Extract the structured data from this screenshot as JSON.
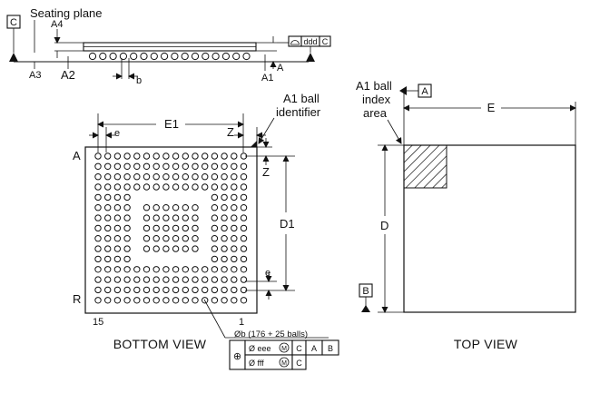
{
  "side_view": {
    "seating_plane_label": "Seating plane",
    "datum_c": "C",
    "dims": {
      "a4": "A4",
      "a3": "A3",
      "a2": "A2",
      "a": "A",
      "a1": "A1",
      "b": "b"
    },
    "fcf_tolerance": "ddd",
    "fcf_datum": "C"
  },
  "bottom_view": {
    "title": "BOTTOM VIEW",
    "a1_label_line1": "A1 ball",
    "a1_label_line2": "identifier",
    "dims": {
      "e1": "E1",
      "e_top": "e",
      "z_top": "Z",
      "z_side": "Z",
      "d1": "D1",
      "e_side": "e"
    },
    "row_first": "A",
    "row_last": "R",
    "col_left": "15",
    "col_right": "1",
    "ball_note": "Øb (176 + 25  balls)",
    "fcf": {
      "symbol": "⊕",
      "row1": {
        "tol": "Ø eee",
        "mod": "M",
        "d1": "C",
        "d2": "A",
        "d3": "B"
      },
      "row2": {
        "tol": "Ø fff",
        "mod": "M",
        "d1": "C"
      }
    }
  },
  "top_view": {
    "title": "TOP VIEW",
    "index_line1": "A1 ball",
    "index_line2": "index",
    "index_line3": "area",
    "datum_a": "A",
    "datum_b": "B",
    "dims": {
      "e": "E",
      "d": "D"
    }
  }
}
